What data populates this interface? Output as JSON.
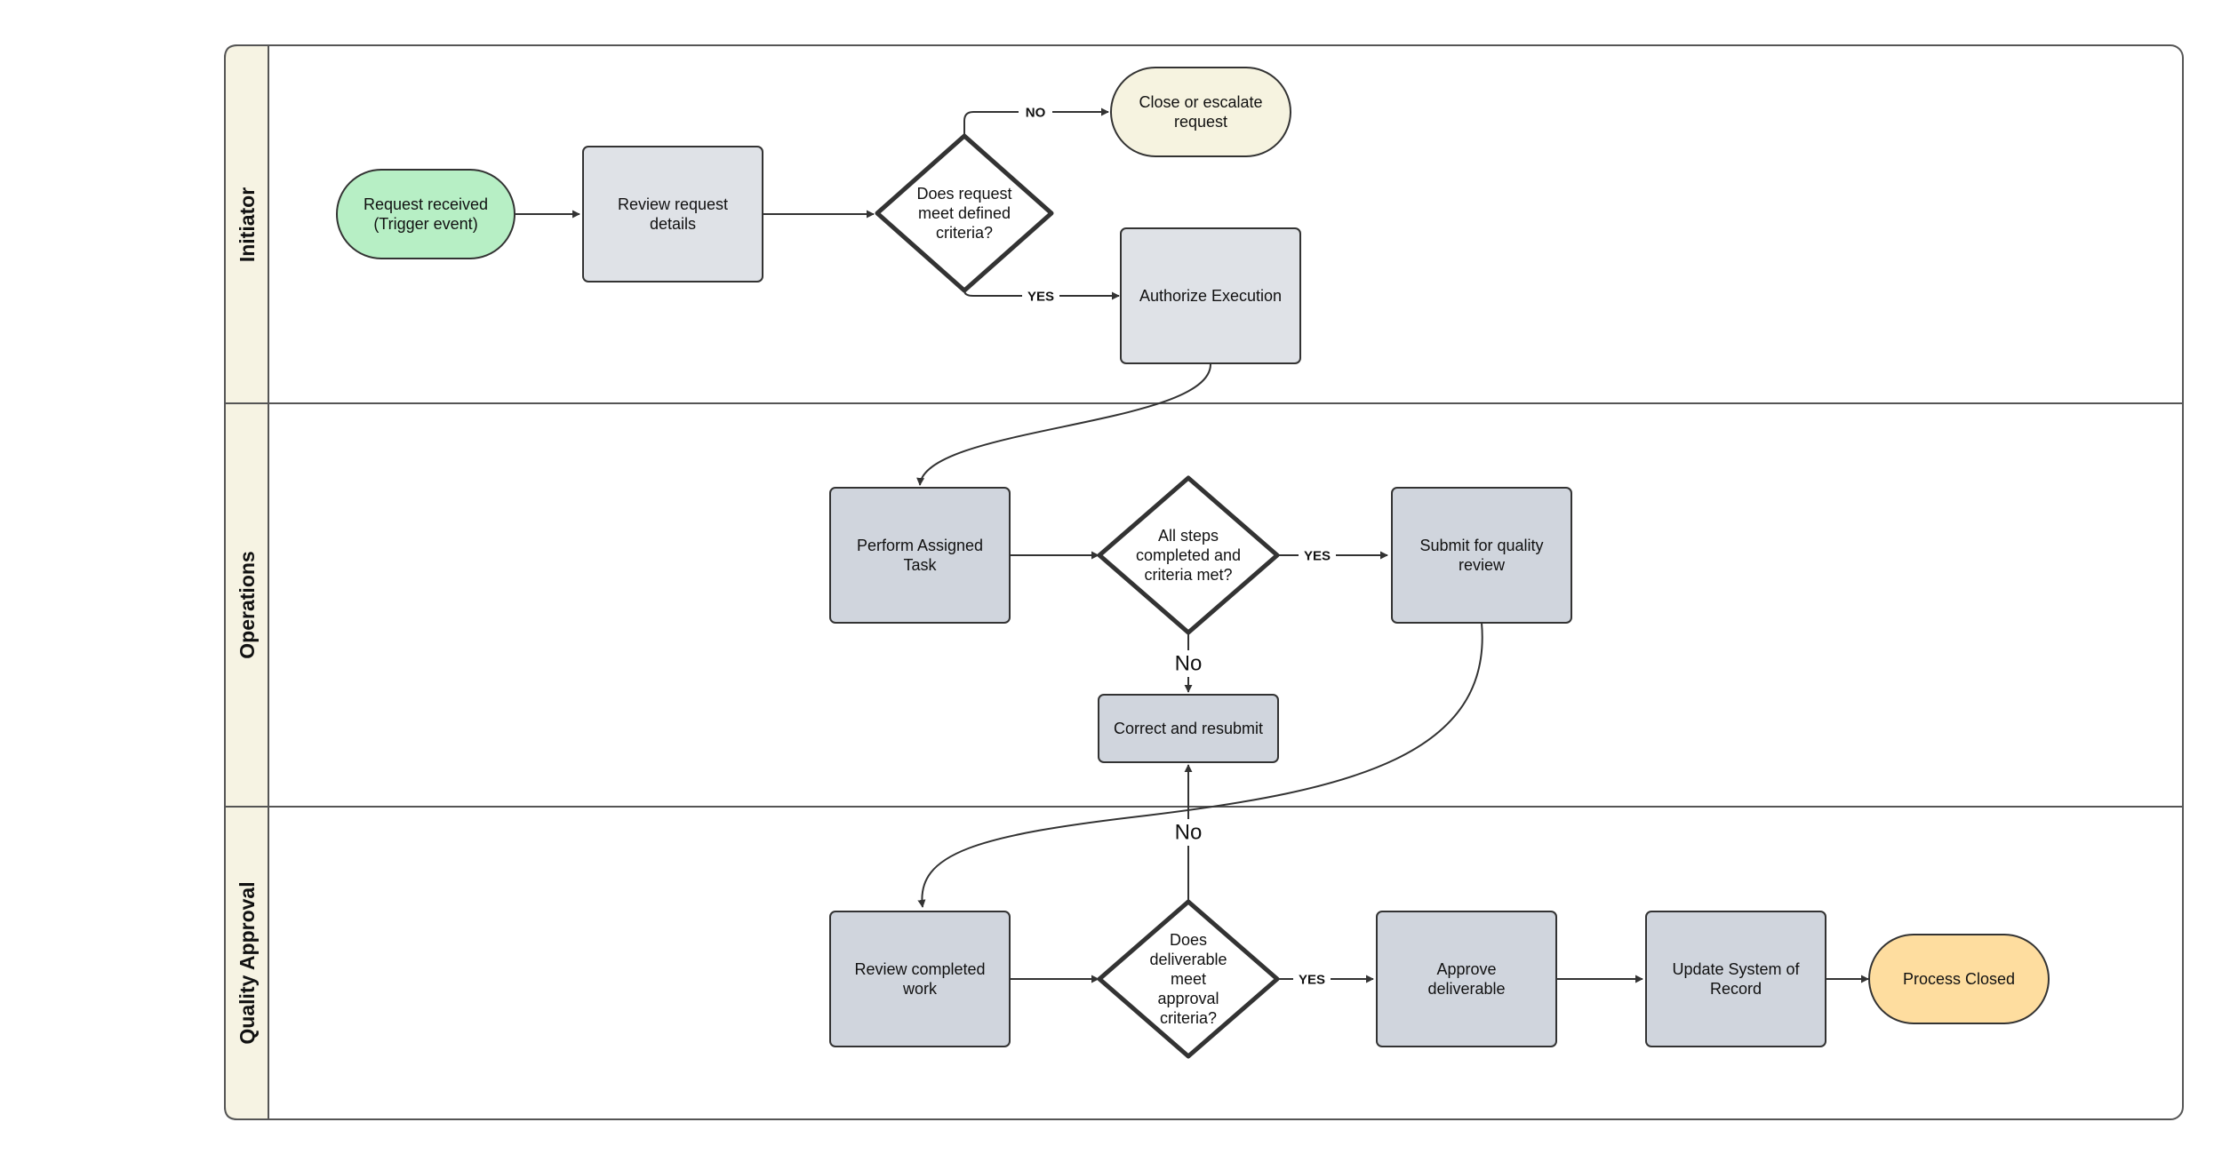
{
  "colors": {
    "lane_header_fill": "#f6f3e3",
    "process_fill": "#d0d5dd",
    "process_light_fill": "#dfe2e7",
    "start_fill": "#b7efc5",
    "close_fill": "#f6f3e0",
    "end_fill": "#fedd9f",
    "stroke": "#333333"
  },
  "lanes": [
    {
      "id": "initiator",
      "label": "Initiator"
    },
    {
      "id": "operations",
      "label": "Operations"
    },
    {
      "id": "quality",
      "label": "Quality Approval"
    }
  ],
  "nodes": {
    "request_received": {
      "lines": [
        "Request received",
        "(Trigger event)"
      ],
      "shape": "terminator"
    },
    "review_request": {
      "lines": [
        "Review request",
        "details"
      ],
      "shape": "process"
    },
    "criteria_decision": {
      "lines": [
        "Does request",
        "meet defined",
        "criteria?"
      ],
      "shape": "decision"
    },
    "close_escalate": {
      "lines": [
        "Close or escalate",
        "request"
      ],
      "shape": "terminator"
    },
    "authorize": {
      "lines": [
        "Authorize Execution"
      ],
      "shape": "process"
    },
    "perform_task": {
      "lines": [
        "Perform Assigned",
        "Task"
      ],
      "shape": "process"
    },
    "steps_decision": {
      "lines": [
        "All steps",
        "completed and",
        "criteria met?"
      ],
      "shape": "decision"
    },
    "submit_review": {
      "lines": [
        "Submit for quality",
        "review"
      ],
      "shape": "process"
    },
    "correct_resubmit": {
      "lines": [
        "Correct and resubmit"
      ],
      "shape": "process"
    },
    "review_work": {
      "lines": [
        "Review completed",
        "work"
      ],
      "shape": "process"
    },
    "deliverable_decision": {
      "lines": [
        "Does",
        "deliverable",
        "meet",
        "approval",
        "criteria?"
      ],
      "shape": "decision"
    },
    "approve": {
      "lines": [
        "Approve",
        "deliverable"
      ],
      "shape": "process"
    },
    "update_system": {
      "lines": [
        "Update System of",
        "Record"
      ],
      "shape": "process"
    },
    "process_closed": {
      "lines": [
        "Process Closed"
      ],
      "shape": "terminator"
    }
  },
  "edge_labels": {
    "no_top": "NO",
    "yes_top": "YES",
    "yes_ops": "YES",
    "no_ops": "No",
    "no_quality": "No",
    "yes_quality": "YES"
  }
}
